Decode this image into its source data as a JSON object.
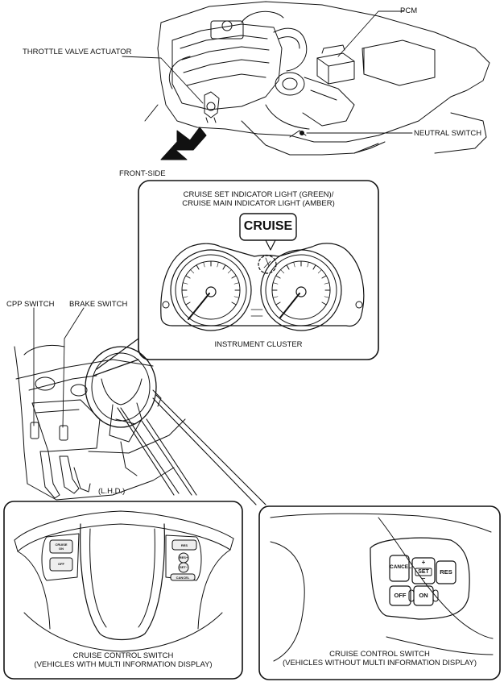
{
  "labels": {
    "pcm": "PCM",
    "throttle_valve_actuator": "THROTTLE VALVE ACTUATOR",
    "neutral_switch": "NEUTRAL SWITCH",
    "front_side": "FRONT-SIDE",
    "indicator_line1": "CRUISE SET INDICATOR LIGHT (GREEN)/",
    "indicator_line2": "CRUISE MAIN INDICATOR LIGHT (AMBER)",
    "cruise_callout": "CRUISE",
    "instrument_cluster": "INSTRUMENT CLUSTER",
    "cpp_switch": "CPP SWITCH",
    "brake_switch": "BRAKE SWITCH",
    "lhd": "(L.H.D.)",
    "ccs_left_line1": "CRUISE CONTROL SWITCH",
    "ccs_left_line2": "(VEHICLES WITH MULTI INFORMATION DISPLAY)",
    "ccs_right_line1": "CRUISE CONTROL SWITCH",
    "ccs_right_line2": "(VEHICLES WITHOUT MULTI INFORMATION DISPLAY)"
  },
  "switches_right": {
    "cancel": "CANCEL",
    "plus": "+",
    "set": "SET",
    "minus": "−",
    "res": "RES",
    "off": "OFF",
    "on": "ON"
  },
  "switches_left": {
    "cruise_on_line1": "CRUISE",
    "cruise_on_line2": "ON",
    "off": "OFF",
    "res": "RES",
    "res_plus": "RES+",
    "set_minus": "SET−",
    "cancel": "CANCEL"
  }
}
